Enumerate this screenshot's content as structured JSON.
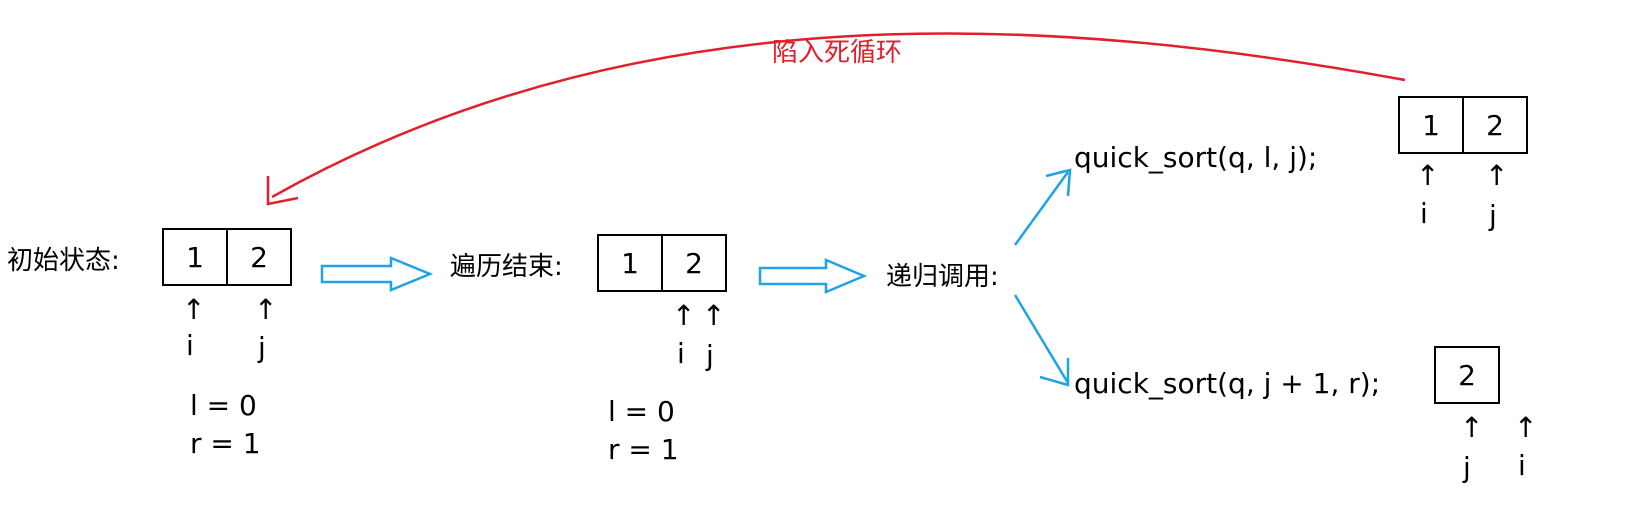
{
  "colors": {
    "loop_arrow": "#e0202a",
    "flow_arrow": "#1fa3e6",
    "text": "#000000"
  },
  "loop_label": "陷入死循环",
  "stage1": {
    "label": "初始状态:",
    "cells": [
      "1",
      "2"
    ],
    "pointer_i": "i",
    "pointer_j": "j",
    "l": "l = 0",
    "r": "r = 1"
  },
  "stage2": {
    "label": "遍历结束:",
    "cells": [
      "1",
      "2"
    ],
    "pointer_i": "i",
    "pointer_j": "j",
    "l": "l = 0",
    "r": "r = 1"
  },
  "stage3": {
    "label": "递归调用:"
  },
  "call_top": {
    "code": "quick_sort(q, l, j);",
    "cells": [
      "1",
      "2"
    ],
    "pointer_i": "i",
    "pointer_j": "j"
  },
  "call_bottom": {
    "code": "quick_sort(q, j + 1, r);",
    "cells": [
      "2"
    ],
    "pointer_j": "j",
    "pointer_i": "i"
  },
  "arrow_glyph": "↑"
}
